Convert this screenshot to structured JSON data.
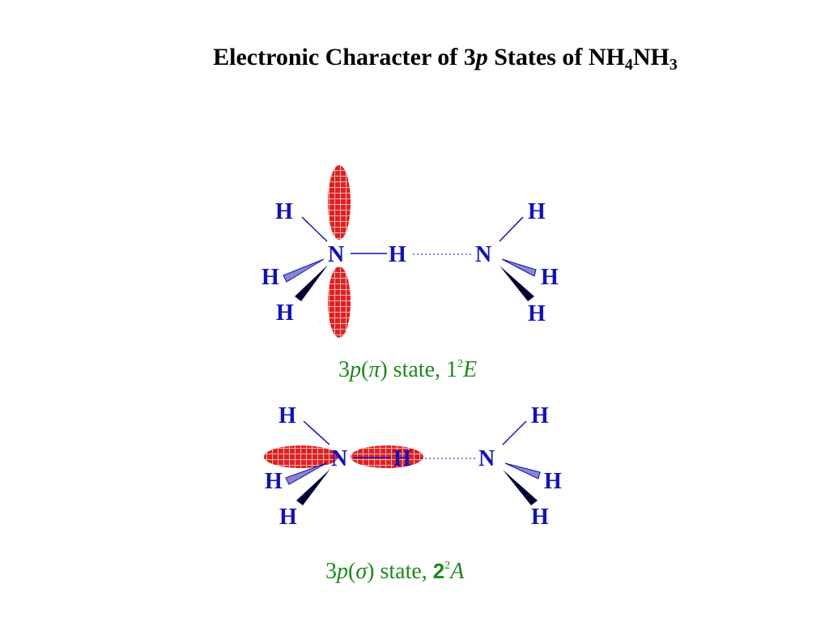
{
  "title": {
    "prefix": "Electronic Character of 3",
    "p": "p",
    "middle": " States of NH",
    "sub1": "4",
    "mid2": "NH",
    "sub2": "3"
  },
  "atoms": {
    "n": "N",
    "h": "H"
  },
  "captions": {
    "pi_state": {
      "lead": "3",
      "p": "p",
      "open": "(",
      "symbol": "π",
      "close_state": ") state, 1",
      "sup": "2",
      "label": "E"
    },
    "sigma_state": {
      "lead": "3",
      "p": "p",
      "open": "(",
      "symbol": "σ",
      "close_state": ") state, ",
      "number": "2",
      "sup": "2",
      "label": "A"
    }
  },
  "colors": {
    "orbital_fill": "#e02020",
    "orbital_grid": "#f3b3b3",
    "atom_text": "#1010c0",
    "caption_text": "#1a8a1a",
    "bond": "#1010c0"
  }
}
